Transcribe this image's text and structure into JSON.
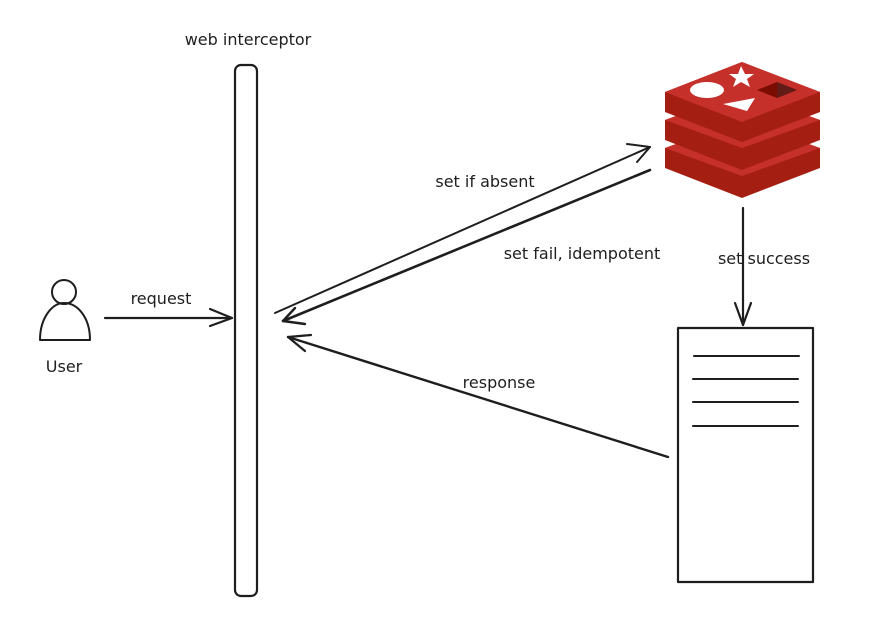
{
  "diagram": {
    "title": "web interceptor",
    "actors": {
      "user": {
        "label": "User",
        "icon": "user-icon"
      },
      "interceptor": {
        "label": "web interceptor"
      },
      "cache": {
        "icon": "redis-icon",
        "name": "Redis"
      },
      "document": {
        "icon": "document-icon",
        "line_count": 4
      }
    },
    "arrows": {
      "request": {
        "label": "request",
        "from": "User",
        "to": "web interceptor"
      },
      "set_if_absent": {
        "label": "set if absent",
        "from": "web interceptor",
        "to": "Redis"
      },
      "set_fail": {
        "label": "set fail, idempotent",
        "from": "Redis",
        "to": "web interceptor"
      },
      "set_success": {
        "label": "set success",
        "from": "Redis",
        "to": "document"
      },
      "response": {
        "label": "response",
        "from": "document",
        "to": "web interceptor"
      }
    },
    "colors": {
      "ink": "#1e1e1e",
      "hatch": "#c8ccd4",
      "redis_top": "#c6302b",
      "redis_side": "#a41e11",
      "redis_dark": "#7a0c00",
      "redis_cutout": "#621b16"
    }
  }
}
